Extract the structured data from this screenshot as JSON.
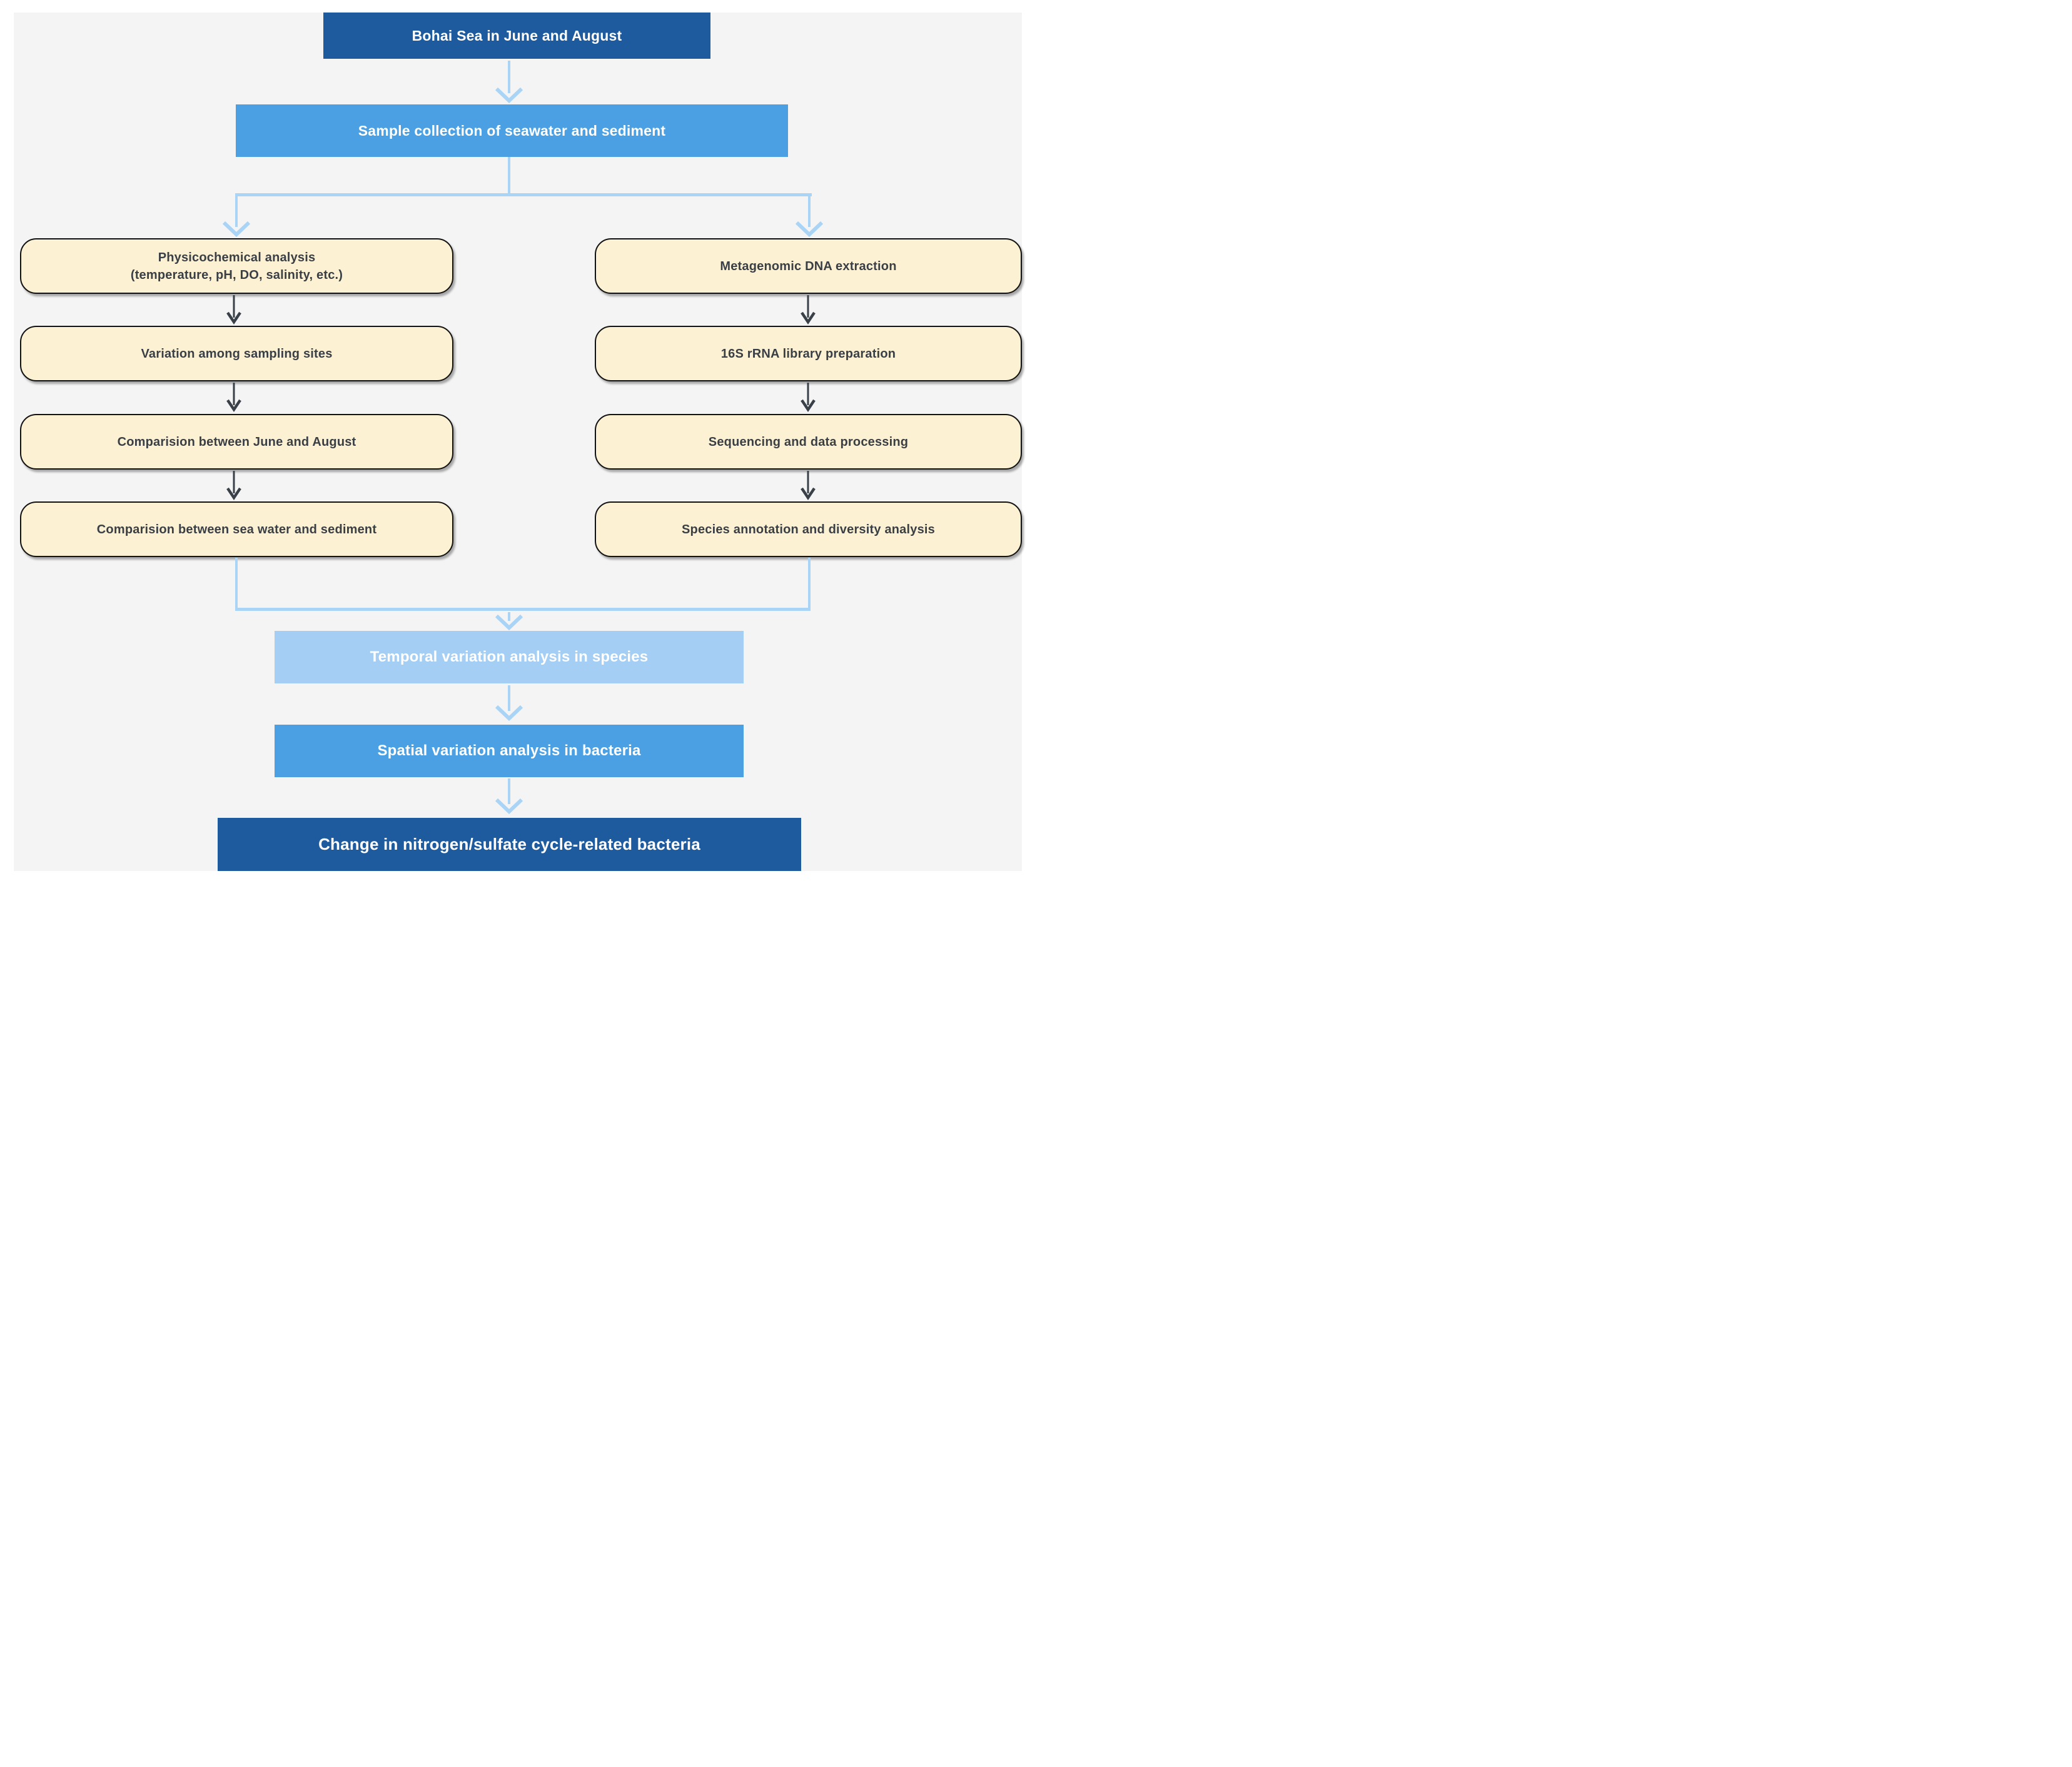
{
  "flowchart": {
    "title_node": {
      "label": "Bohai Sea in June and August"
    },
    "sample_node": {
      "label": "Sample collection of seawater and sediment"
    },
    "left_branch": {
      "steps": [
        {
          "label": "Physicochemical analysis",
          "sublabel": "(temperature, pH, DO, salinity, etc.)"
        },
        {
          "label": "Variation among sampling sites"
        },
        {
          "label": "Comparision between June and August"
        },
        {
          "label": "Comparision between sea water and sediment"
        }
      ]
    },
    "right_branch": {
      "steps": [
        {
          "label": "Metagenomic DNA extraction"
        },
        {
          "label": "16S rRNA library preparation"
        },
        {
          "label": "Sequencing and data processing"
        },
        {
          "label": "Species annotation and diversity analysis"
        }
      ]
    },
    "merge_nodes": [
      {
        "label": "Temporal variation analysis in species"
      },
      {
        "label": "Spatial variation analysis in bacteria"
      },
      {
        "label": "Change in nitrogen/sulfate cycle-related bacteria"
      }
    ]
  },
  "icons": [
    "arrow-down-icon",
    "connector-line"
  ],
  "colors": {
    "page_bg": "#FFFFFF",
    "panel_bg": "#F4F4F5",
    "dark_blue": "#1E5B9E",
    "medium_blue": "#4AA0E2",
    "light_blue_box": "#A5CEF4",
    "connector_blue": "#A9D4F6",
    "cream_fill": "#FCF1D2",
    "cream_border": "#121212",
    "cream_text": "#3A3E45",
    "dark_arrow": "#3A4047",
    "white_text": "#FFFFFF"
  }
}
